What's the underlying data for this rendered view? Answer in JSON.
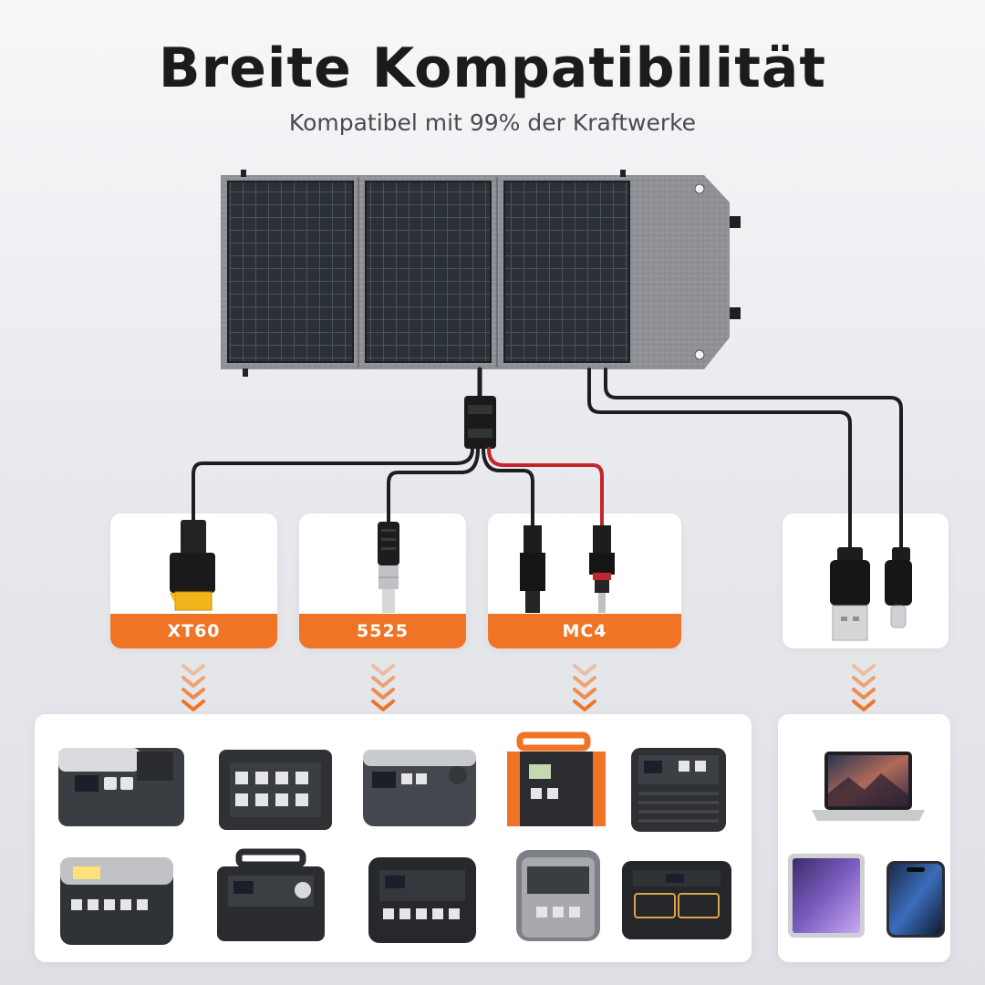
{
  "header": {
    "title": "Breite Kompatibilität",
    "subtitle": "Kompatibel mit 99% der Kraftwerke"
  },
  "connectors": [
    {
      "label": "XT60"
    },
    {
      "label": "5525"
    },
    {
      "label": "MC4"
    }
  ],
  "colors": {
    "accent": "#f07426",
    "panel_fabric": "#8e9096",
    "solar_cell": "#2b3036",
    "cable": "#1e1e1e",
    "cable_red": "#c4242b",
    "card": "#ffffff"
  }
}
